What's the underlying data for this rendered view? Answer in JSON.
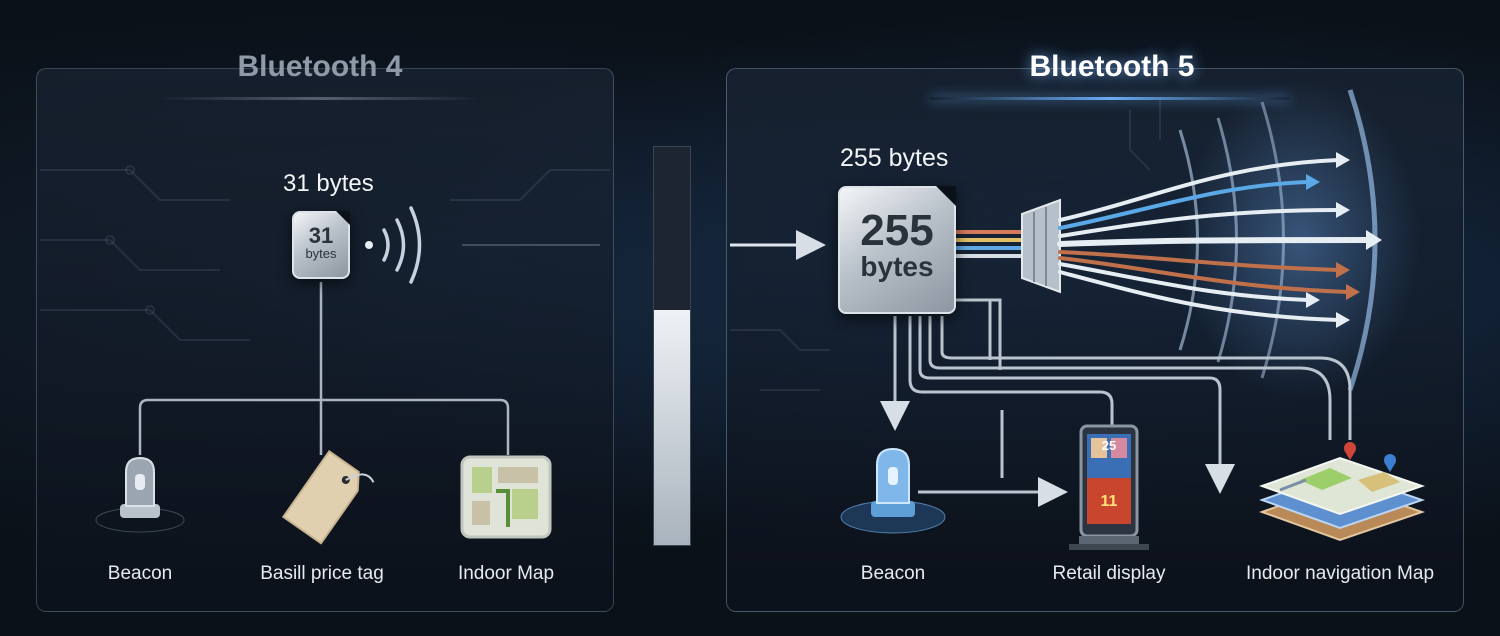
{
  "left_panel": {
    "title": "Bluetooth 4",
    "size_label": "31 bytes",
    "chip": {
      "number": "31",
      "unit": "bytes"
    },
    "items": [
      "Beacon",
      "Basill price tag",
      "Indoor Map"
    ]
  },
  "right_panel": {
    "title": "Bluetooth 5",
    "size_label": "255 bytes",
    "chip": {
      "number": "255",
      "unit": "bytes"
    },
    "items": [
      "Beacon",
      "Retail display",
      "Indoor navigation Map"
    ]
  },
  "divider": {
    "level": 0.59
  },
  "retail_display_screen": {
    "top_text": "25",
    "bottom_text": "11"
  },
  "icons": {
    "left": [
      "beacon-icon",
      "price-tag-icon",
      "indoor-map-icon"
    ],
    "right": [
      "beacon-icon",
      "retail-display-icon",
      "layered-map-icon"
    ]
  },
  "colors": {
    "background": "#0b1119",
    "accent_blue": "#6eb4ff",
    "arrow_orange": "#c0704a",
    "arrow_blue": "#5aa8e6",
    "arrow_white": "#e6edf3"
  }
}
